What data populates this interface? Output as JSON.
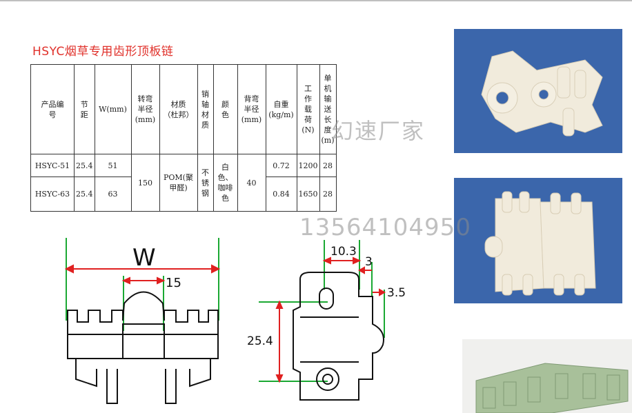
{
  "title": "HSYC烟草专用齿形顶板链",
  "table": {
    "headers": [
      "产品编号",
      "节距",
      "W(mm)",
      "转弯半径(mm)",
      "材质（杜邦）",
      "销轴材质",
      "颜色",
      "背弯半径(mm)",
      "自重(kg/m)",
      "工作载荷(N)",
      "单机输送长度(m)"
    ],
    "rows": [
      {
        "model": "HSYC-51",
        "pitch": "25.4",
        "width": "51",
        "weight": "0.72",
        "load": "1200",
        "length": "28"
      },
      {
        "model": "HSYC-63",
        "pitch": "25.4",
        "width": "63",
        "weight": "0.84",
        "load": "1650",
        "length": "28"
      }
    ],
    "shared": {
      "turn_radius": "150",
      "material": "POM(聚甲醛)",
      "pin_material": "不锈钢",
      "color": "白色、咖啡色",
      "back_radius": "40"
    }
  },
  "watermark": {
    "brand": "幻速厂家",
    "phone": "13564104950"
  },
  "diagram": {
    "width_label": "W",
    "inner_dim": "15",
    "dim_10_3": "10.3",
    "dim_3": "3",
    "dim_3_5": "3.5",
    "pitch_dim": "25.4"
  }
}
